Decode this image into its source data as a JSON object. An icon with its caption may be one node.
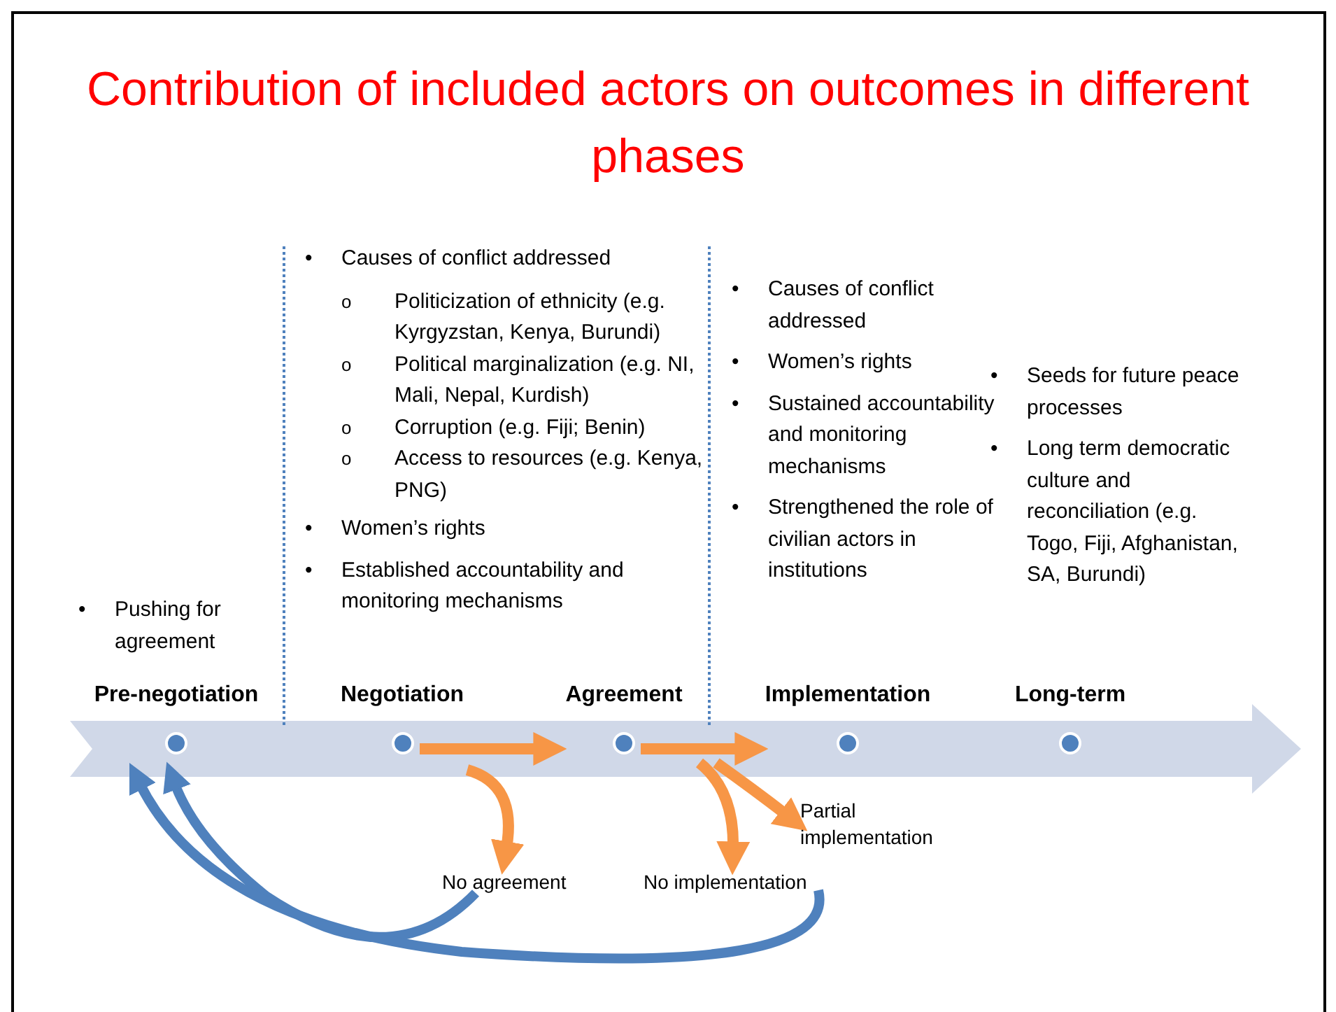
{
  "diagram": {
    "title": "Contribution of included actors on outcomes in different phases",
    "nodes": [
      {
        "text": [
          "Pre-negotiation"
        ],
        "beside": [
          "• Pushing for agreement"
        ]
      },
      {
        "text": [
          "Negotiation"
        ],
        "beside": [
          "• Causes of conflict addressed",
          "o Politicization of ethnicity (e.g. Kyrgyzstan, Kenya, Burundi)",
          "o Political marginalization (e.g. NI, Mali, Nepal, Kurdish)",
          "o Corruption (e.g. Fiji; Benin)",
          "o Access to resources  (e.g. Kenya, PNG)",
          "• Women’s rights",
          "• Established accountability and monitoring mechanisms"
        ]
      },
      {
        "text": [
          "Agreement"
        ]
      },
      {
        "text": [
          "Implementation"
        ],
        "beside": [
          "• Causes of conflict addressed",
          "• Women’s rights",
          "• Sustained accountability and monitoring mechanisms",
          "• Strengthened the role of civilian actors in institutions"
        ]
      },
      {
        "text": [
          "Long-term"
        ],
        "beside": [
          "• Seeds for future peace processes",
          "• Long term democratic culture and reconciliation (e.g. Togo, Fiji, Afghanistan, SA, Burundi)"
        ]
      },
      {
        "text": [
          "No agreement"
        ]
      },
      {
        "text": [
          "No implementation"
        ]
      },
      {
        "text": [
          "Partial implementation"
        ]
      }
    ],
    "edges": [
      {
        "from": 1,
        "to": 2,
        "arrow": "to"
      },
      {
        "from": 1,
        "to": 5,
        "arrow": "to"
      },
      {
        "from": 2,
        "to": 3,
        "arrow": "to"
      },
      {
        "from": 2,
        "to": 6,
        "arrow": "to"
      },
      {
        "from": 2,
        "to": 7,
        "arrow": "to"
      },
      {
        "from": 5,
        "to": 0,
        "arrow": "to",
        "color": "#4f81bd"
      },
      {
        "from": 6,
        "to": 0,
        "arrow": "to",
        "color": "#4f81bd"
      }
    ]
  }
}
